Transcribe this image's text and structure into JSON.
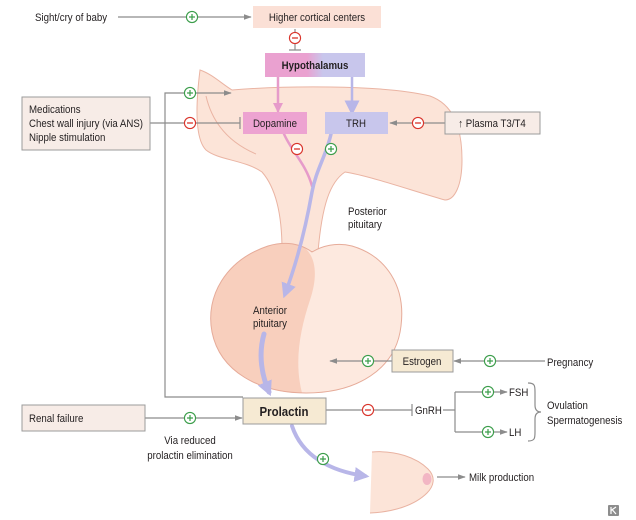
{
  "nodes": {
    "sight_cry": "Sight/cry of baby",
    "higher_cortical_centers": "Higher cortical centers",
    "hypothalamus": "Hypothalamus",
    "dopamine": "Dopamine",
    "trh": "TRH",
    "left_modifiers": [
      "Medications",
      "Chest wall injury (via ANS)",
      "Nipple stimulation"
    ],
    "plasma_t3_t4": "↑ Plasma T3/T4",
    "posterior_pituitary": [
      "Posterior",
      "pituitary"
    ],
    "anterior_pituitary": [
      "Anterior",
      "pituitary"
    ],
    "estrogen": "Estrogen",
    "pregnancy": "Pregnancy",
    "prolactin": "Prolactin",
    "renal_failure": "Renal failure",
    "renal_note": [
      "Via reduced",
      "prolactin elimination"
    ],
    "gnrh": "GnRH",
    "fsh": "FSH",
    "lh": "LH",
    "gonadal_outcomes": [
      "Ovulation",
      "Spermatogenesis"
    ],
    "milk_production": "Milk production"
  },
  "icons": {
    "stimulatory": "plus-circle-icon",
    "inhibitory": "minus-circle-icon",
    "logo": "publisher-logo-icon"
  },
  "colors": {
    "stimulatory": "#3b9d4a",
    "inhibitory": "#d9342b",
    "dopamine": "#eda3d1",
    "trh": "#c8c6ec",
    "pathway_arrow": "#b8b6e8",
    "tissue": "#fce4d8",
    "box_fill": "#f6ead3",
    "connector": "#8c8c8c"
  }
}
